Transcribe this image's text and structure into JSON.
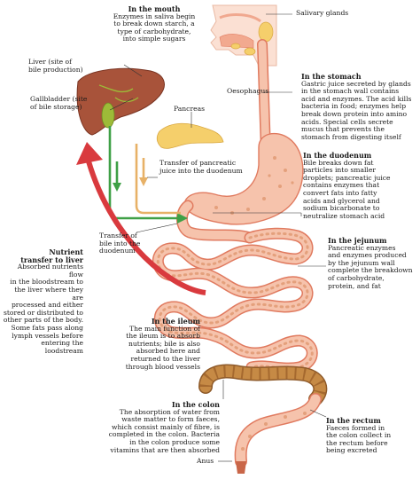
{
  "colors": {
    "tract_fill": "#f6c3ac",
    "tract_edge": "#e07a5f",
    "liver": "#a8533a",
    "gallbladder": "#9dbb38",
    "pancreas": "#f5cf6b",
    "large_intestine": "#c68a45",
    "green_arrow": "#3fa046",
    "tan_arrow": "#e7b167",
    "red_arrow": "#d93a3e",
    "leader_line": "#333333"
  },
  "regions": {
    "mouth": {
      "title": "In the mouth",
      "body": "Enzymes in saliva begin\nto break down starch, a\ntype of carbohydrate,\ninto simple sugars"
    },
    "stomach": {
      "title": "In the stomach",
      "body": "Gastric juice secreted by glands\nin the stomach wall contains\nacid and enzymes. The acid kills\nbacteria in food; enzymes help\nbreak down protein into amino\nacids. Special cells secrete\nmucus that prevents the\nstomach from digesting itself"
    },
    "duodenum": {
      "title": "In the duodenum",
      "body": "Bile breaks down fat\nparticles into smaller\ndroplets; pancreatic juice\ncontains enzymes that\nconvert fats into fatty\nacids and glycerol and\nsodium bicarbonate to\nneutralize stomach acid"
    },
    "jejunum": {
      "title": "In the jejunum",
      "body": "Pancreatic enzymes\nand enzymes produced\nby the jejunum wall\ncomplete the breakdown\nof carbohydrate,\nprotein, and fat"
    },
    "nutrient": {
      "title": "Nutrient\ntransfer to liver",
      "body": "Absorbed nutrients flow\nin the bloodstream to\nthe liver where they are\nprocessed and either\nstored or distributed to\nother parts of the body.\nSome fats pass along\nlymph vessels before\nentering the loodstream"
    },
    "ileum": {
      "title": "In the ileum",
      "body": "The main function of\nthe ileum is to absorb\nnutrients; bile is also\nabsorbed here and\nreturned to the liver\nthrough blood vessels"
    },
    "colon": {
      "title": "In the colon",
      "body": "The absorption of water from\nwaste matter to form faeces,\nwhich consist mainly of fibre, is\ncompleted in the colon. Bacteria\nin the colon produce some\nvitamins that are then absorbed"
    },
    "rectum": {
      "title": "In the rectum",
      "body": "Faeces formed in\nthe colon collect in\nthe rectum before\nbeing excreted"
    }
  },
  "labels": {
    "salivary_glands": "Salivary glands",
    "liver": "Liver (site of\nbile production)",
    "gallbladder": "Gallbladder (site\nof bile storage)",
    "oesophagus": "Oesophagus",
    "pancreas": "Pancreas",
    "pancreatic_transfer": "Transfer of pancreatic\njuice into the duodenum",
    "bile_transfer": "Transfer of\nbile into the\nduodenum",
    "anus": "Anus"
  }
}
